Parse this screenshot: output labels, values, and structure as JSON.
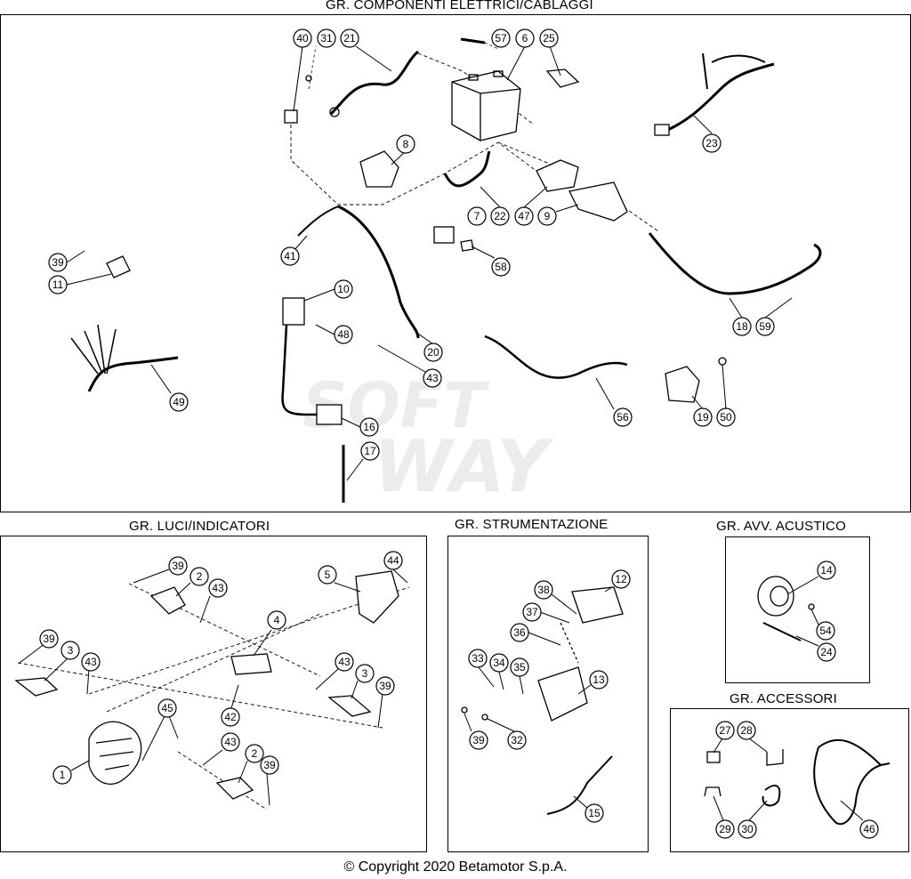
{
  "sections": {
    "electrical": "GR. COMPONENTI ELETTRICI/CABLAGGI",
    "lights": "GR. LUCI/INDICATORI",
    "instruments": "GR. STRUMENTAZIONE",
    "horn": "GR. AVV. ACUSTICO",
    "accessories": "GR. ACCESSORI"
  },
  "watermark": [
    "SOFT",
    "WAY"
  ],
  "footer": "© Copyright 2020 Betamotor S.p.A.",
  "callouts": {
    "electrical": [
      "40",
      "31",
      "21",
      "57",
      "6",
      "25",
      "8",
      "23",
      "7",
      "22",
      "47",
      "9",
      "39",
      "11",
      "58",
      "41",
      "10",
      "48",
      "18",
      "59",
      "20",
      "43",
      "49",
      "56",
      "19",
      "50",
      "16",
      "17"
    ],
    "lights": [
      "39",
      "2",
      "43",
      "44",
      "5",
      "4",
      "39",
      "3",
      "43",
      "43",
      "3",
      "39",
      "45",
      "42",
      "1",
      "43",
      "2",
      "39"
    ],
    "instruments": [
      "12",
      "38",
      "37",
      "36",
      "33",
      "34",
      "35",
      "13",
      "39",
      "32",
      "15"
    ],
    "horn": [
      "14",
      "54",
      "24"
    ],
    "accessories": [
      "27",
      "28",
      "46",
      "29",
      "30"
    ]
  }
}
